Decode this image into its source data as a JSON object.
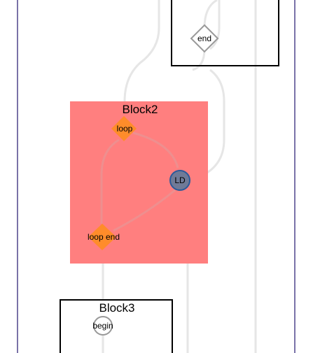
{
  "blocks": {
    "block1": {
      "title": ""
    },
    "block2": {
      "title": "Block2",
      "fill": "#ff7f7f"
    },
    "block3": {
      "title": "Block3"
    }
  },
  "nodes": {
    "end": {
      "label": "end",
      "shape": "diamond",
      "color": "#999999"
    },
    "loop": {
      "label": "loop",
      "shape": "diamond",
      "color": "#ff8c2a"
    },
    "ld": {
      "label": "LD",
      "shape": "circle",
      "color": "#6f7a97",
      "stroke": "#2b5a9a"
    },
    "loop_end": {
      "label": "loop end",
      "shape": "diamond",
      "color": "#ff8c2a"
    },
    "begin": {
      "label": "begin",
      "shape": "circle",
      "color": "#ffffff",
      "stroke": "#999999"
    }
  },
  "colors": {
    "outer_frame": "#7a72a8",
    "edge": "#e6e6e6",
    "inner_edge": "#e88a8a"
  }
}
